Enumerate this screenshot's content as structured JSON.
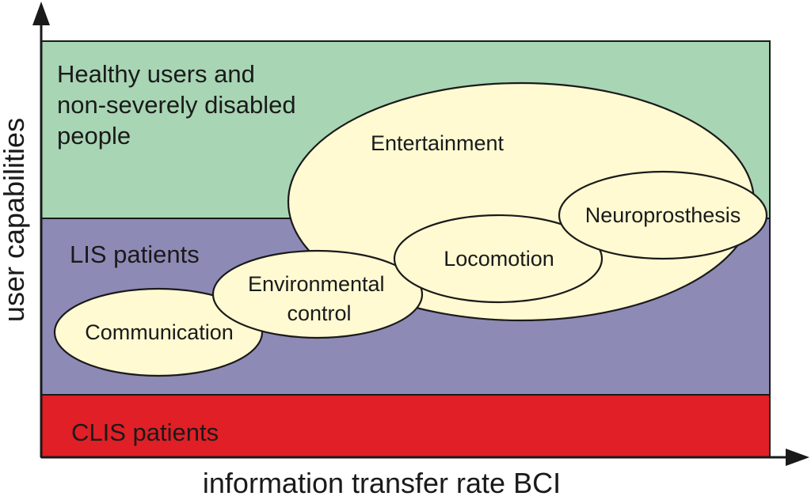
{
  "bands": [
    {
      "label_lines": [
        "Healthy users and",
        "non-severely disabled",
        "people"
      ],
      "color": "#a8d5b4"
    },
    {
      "label_lines": [
        "LIS patients"
      ],
      "color": "#8e8ab6"
    },
    {
      "label_lines": [
        "CLIS patients"
      ],
      "color": "#e01f26"
    }
  ],
  "applications": [
    {
      "label_lines": [
        "Entertainment"
      ]
    },
    {
      "label_lines": [
        "Neuroprosthesis"
      ]
    },
    {
      "label_lines": [
        "Locomotion"
      ]
    },
    {
      "label_lines": [
        "Environmental",
        "control"
      ]
    },
    {
      "label_lines": [
        "Communication"
      ]
    }
  ],
  "axes": {
    "x_label": "information transfer rate BCI",
    "y_label": "user capabilities"
  },
  "colors": {
    "ellipse_fill": "#fffad2",
    "outline": "#1a1a1a"
  }
}
